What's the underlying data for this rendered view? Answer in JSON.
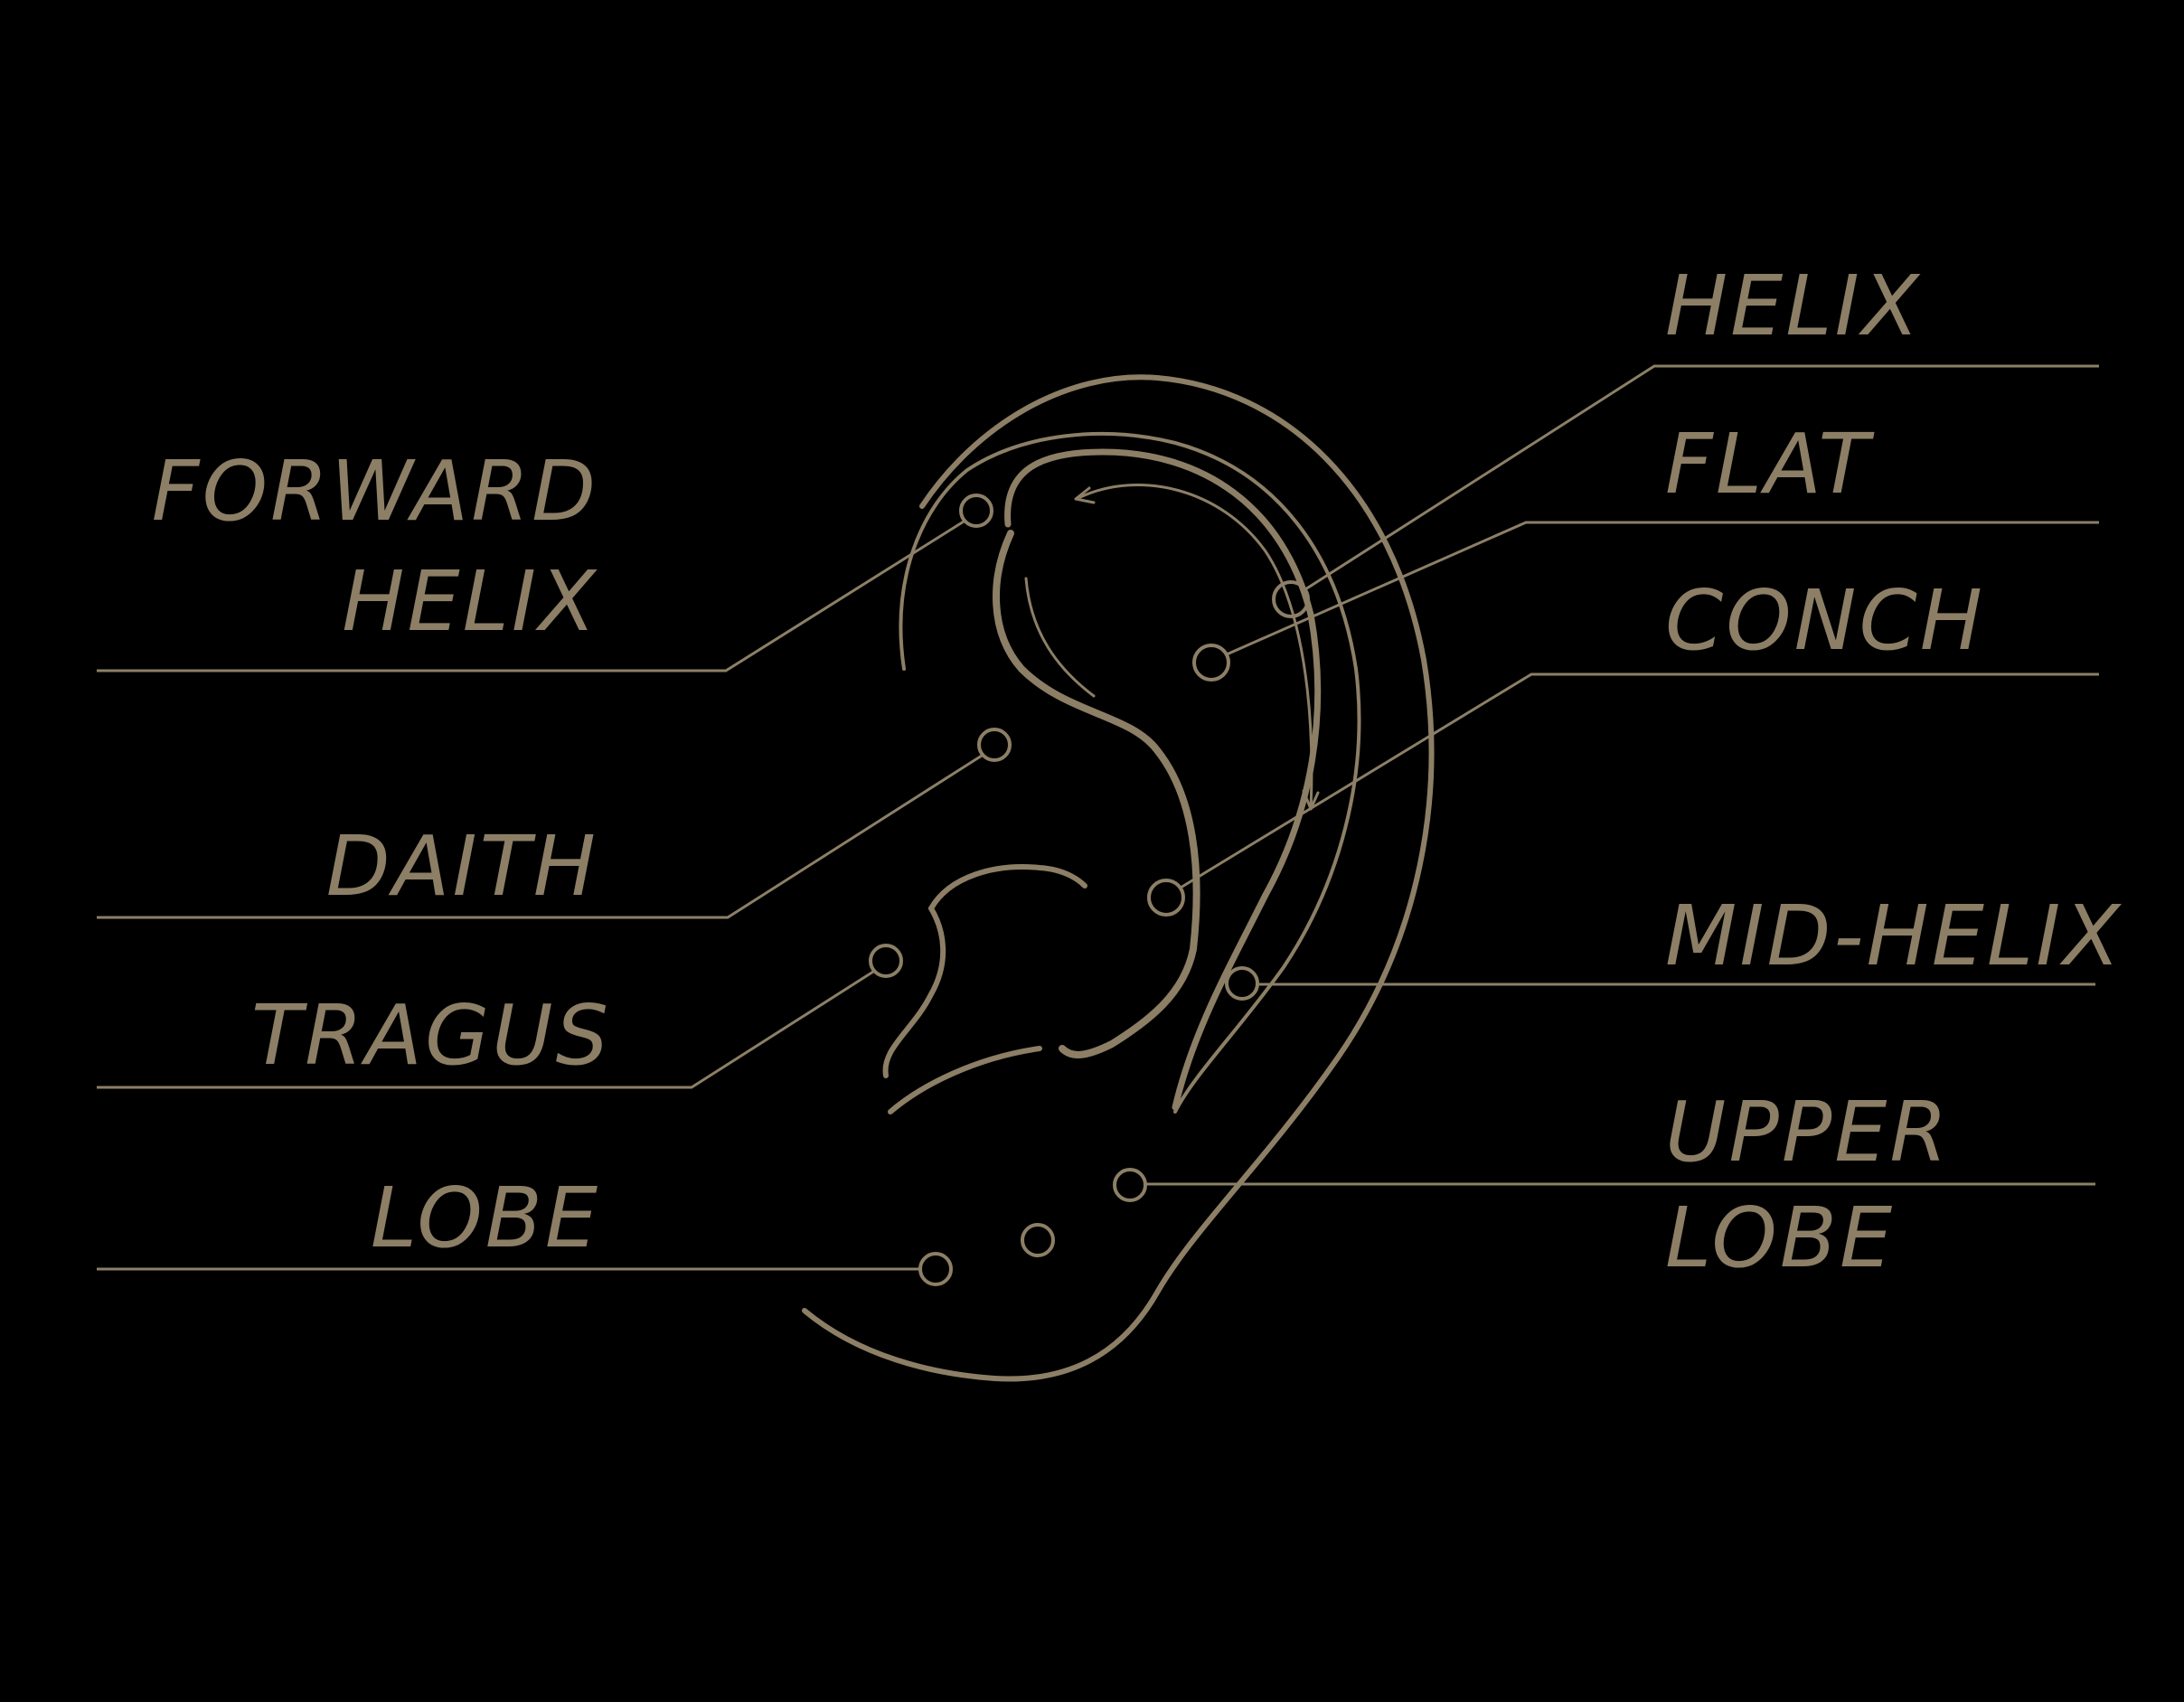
{
  "colors": {
    "background": "#000000",
    "ink": "#8c7f66"
  },
  "labels": {
    "left": [
      {
        "id": "forward-helix",
        "lines": [
          "FORWARD",
          "HELIX"
        ]
      },
      {
        "id": "daith",
        "lines": [
          "DAITH"
        ]
      },
      {
        "id": "tragus",
        "lines": [
          "TRAGUS"
        ]
      },
      {
        "id": "lobe",
        "lines": [
          "LOBE"
        ]
      }
    ],
    "right": [
      {
        "id": "helix",
        "lines": [
          "HELIX"
        ]
      },
      {
        "id": "flat",
        "lines": [
          "FLAT"
        ]
      },
      {
        "id": "conch",
        "lines": [
          "CONCH"
        ]
      },
      {
        "id": "mid-helix",
        "lines": [
          "MID-HELIX"
        ]
      },
      {
        "id": "upper-lobe",
        "lines": [
          "UPPER",
          "LOBE"
        ]
      }
    ]
  }
}
